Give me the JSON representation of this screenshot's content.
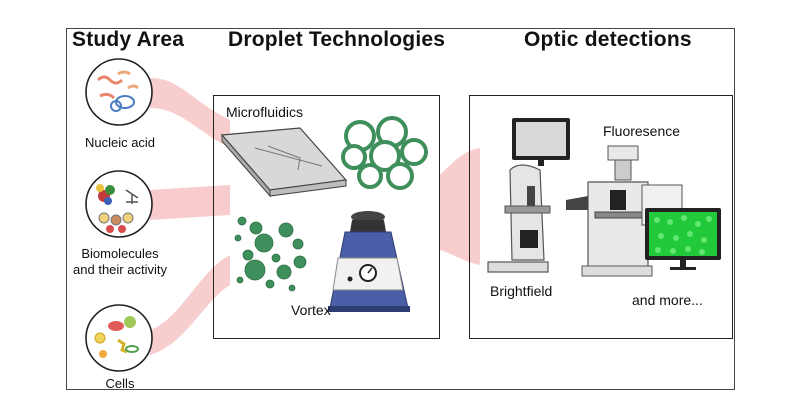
{
  "headings": {
    "study_area": "Study Area",
    "droplet_technologies": "Droplet Technologies",
    "optic_detections": "Optic detections"
  },
  "study_area": {
    "items": [
      {
        "label": "Nucleic acid",
        "icon": "dna-icon"
      },
      {
        "label_line1": "Biomolecules",
        "label_line2": "and their activity",
        "icon": "biomolecule-icon"
      },
      {
        "label": "Cells",
        "icon": "cells-icon"
      }
    ]
  },
  "droplet_panel": {
    "microfluidics_label": "Microfluidics",
    "vortex_label": "Vortex"
  },
  "optic_panel": {
    "fluorescence_label": "Fluoresence",
    "brightfield_label": "Brightfield",
    "more_label": "and more..."
  },
  "colors": {
    "flow_band": "#f7c5c5",
    "droplet_green": "#3f8f5c",
    "fluorescent_green": "#22d13c",
    "vortex_blue": "#4a5fa8",
    "chip_gray": "#d6d6d6"
  }
}
